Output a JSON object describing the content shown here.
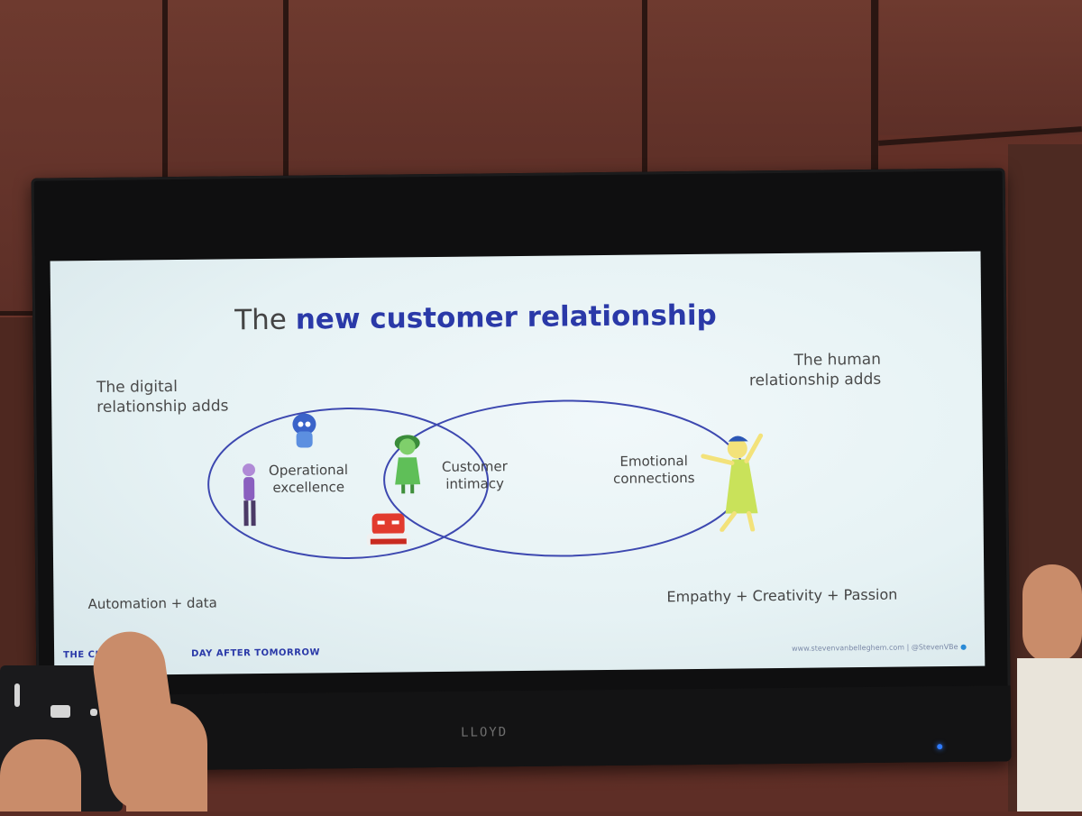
{
  "slide": {
    "title_prefix": "The",
    "title_highlight": "new customer relationship",
    "digital_label_line1": "The digital",
    "digital_label_line2": "relationship adds",
    "human_label_line1": "The human",
    "human_label_line2": "relationship adds",
    "venn": {
      "left_line1": "Operational",
      "left_line2": "excellence",
      "center_line1": "Customer",
      "center_line2": "intimacy",
      "right_line1": "Emotional",
      "right_line2": "connections"
    },
    "bottom_left": "Automation + data",
    "bottom_right": "Empathy + Creativity + Passion",
    "footer_left_visible_part1": "THE CUSTOMER",
    "footer_left_visible_part2": "DAY AFTER TOMORROW",
    "footer_right": "www.stevenvanbelleghem.com  |  @StevenVBe"
  },
  "tv": {
    "brand": "LLOYD"
  },
  "colors": {
    "accent": "#2a39a8",
    "venn_stroke": "#3d48b0",
    "screen_bg": "#e6f2f4"
  },
  "icons": [
    "sadness-character",
    "disgust-character",
    "fear-character",
    "anger-character",
    "joy-character",
    "twitter-icon"
  ]
}
